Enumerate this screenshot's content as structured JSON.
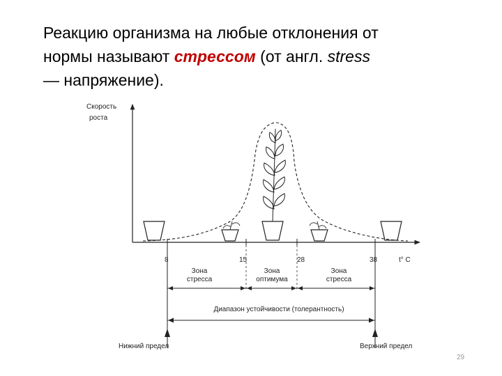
{
  "heading": {
    "line1": "Реакцию организма на любые отклонения от",
    "line2_pre": "нормы называют ",
    "line2_accent": "стрессом",
    "line2_mid": " (от англ. ",
    "line2_italic": "stress",
    "line3": "— напряжение)."
  },
  "diagram": {
    "y_axis_label_line1": "Скорость",
    "y_axis_label_line2": "роста",
    "x_axis_label": "t° C",
    "ticks": [
      "8",
      "15",
      "28",
      "38"
    ],
    "zones": {
      "left_line1": "Зона",
      "left_line2": "стресса",
      "center_line1": "Зона",
      "center_line2": "оптимума",
      "right_line1": "Зона",
      "right_line2": "стресса"
    },
    "tolerance_label": "Диапазон устойчивости (толерантность)",
    "lower_limit": "Нижний предел",
    "upper_limit": "Верхний предел",
    "accent_color": "#c00000"
  },
  "page_number": "29"
}
